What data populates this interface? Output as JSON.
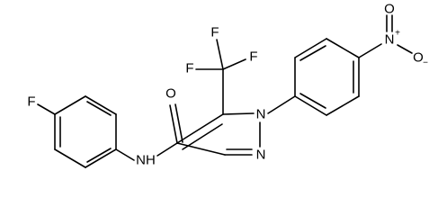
{
  "structure": {
    "atoms": {
      "F_left": "F",
      "NH": "NH",
      "O_carbonyl": "O",
      "CF3_F1": "F",
      "CF3_F2": "F",
      "CF3_F3": "F",
      "N1": "N",
      "N2": "N",
      "N_nitro": "N",
      "nitro_plus": "+",
      "O_nitro_top": "O",
      "O_nitro_right": "O",
      "nitro_minus": "−"
    }
  }
}
